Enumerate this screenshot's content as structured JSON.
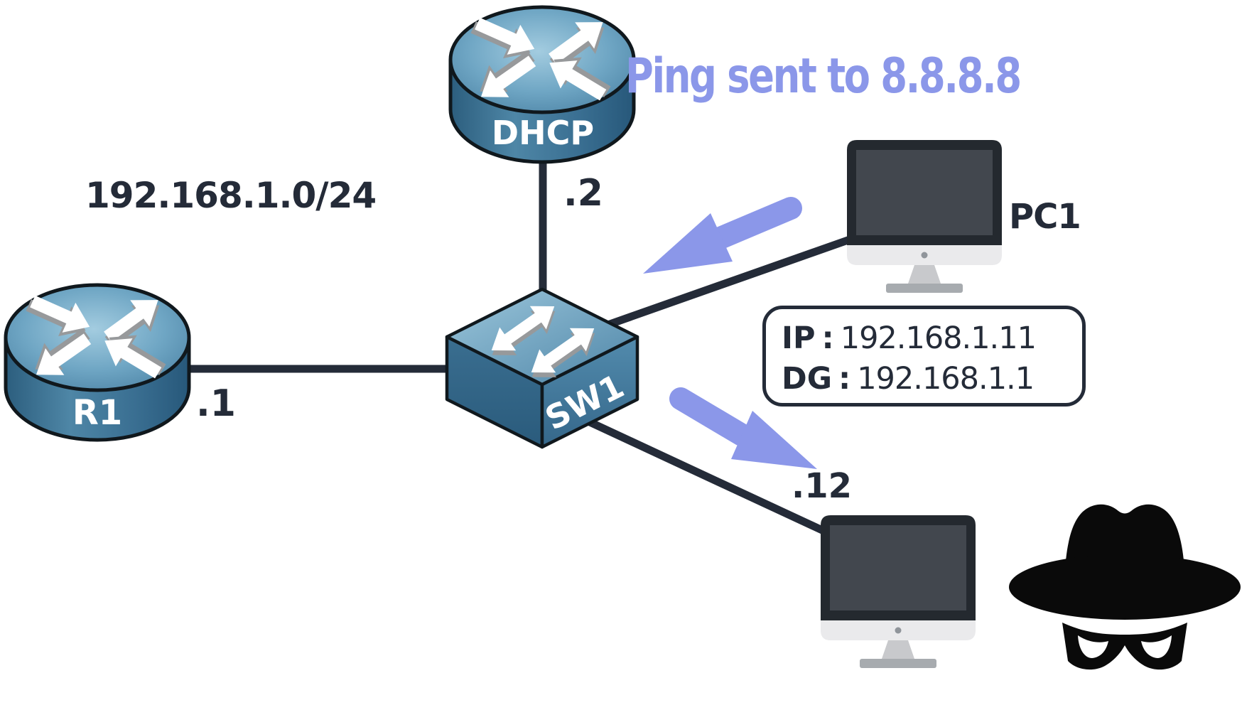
{
  "diagram": {
    "title": "Ping sent to 8.8.8.8",
    "subnet": "192.168.1.0/24"
  },
  "nodes": {
    "dhcp": {
      "label": "DHCP",
      "interface": ".2",
      "kind": "router"
    },
    "r1": {
      "label": "R1",
      "interface": ".1",
      "kind": "router"
    },
    "sw1": {
      "label": "SW1",
      "kind": "switch"
    },
    "pc1": {
      "label": "PC1",
      "kind": "desktop"
    },
    "attacker": {
      "interface": ".12",
      "kind": "desktop-spy"
    }
  },
  "info_box": {
    "rows": [
      {
        "key": "IP",
        "value": "192.168.1.11"
      },
      {
        "key": "DG",
        "value": "192.168.1.1"
      }
    ],
    "separator": ":"
  },
  "colors": {
    "ink": "#242B38",
    "accent_purple": "#8B97E9",
    "icon_blue_light": "#9CC7DC",
    "icon_blue_dark": "#2E607F",
    "monitor_bezel": "#24292F",
    "monitor_screen": "#42474E",
    "spy_black": "#0A0A0A",
    "background": "#FFFFFF"
  }
}
